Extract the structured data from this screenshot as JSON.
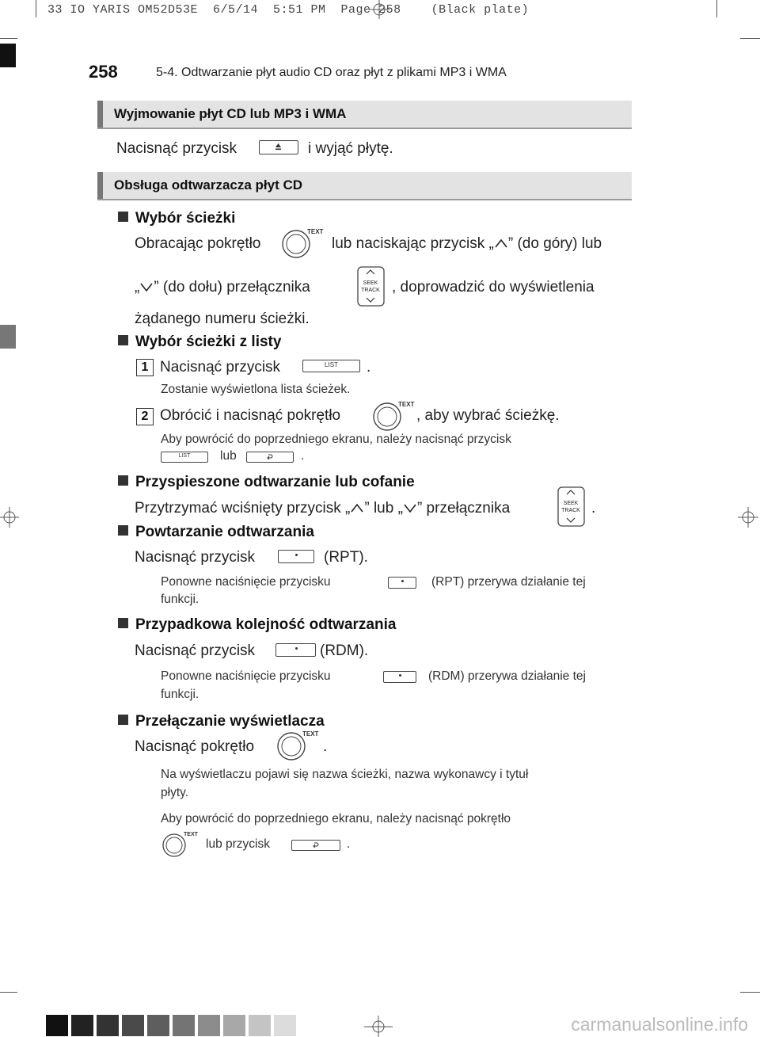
{
  "slug": "33 IO YARIS OM52D53E  6/5/14  5:51 PM  Page 258    (Black plate)",
  "header": {
    "page_number": "258",
    "running_title": "5-4. Odtwarzanie płyt audio CD oraz płyt z plikami MP3 i WMA"
  },
  "section1": {
    "title": "Wyjmowanie płyt CD lub MP3 i WMA",
    "line_a": "Nacisnąć przycisk",
    "line_b": "i wyjąć płytę."
  },
  "section2": {
    "title": "Obsługa odtwarzacza płyt CD",
    "track_select": {
      "heading": "Wybór ścieżki",
      "l1a": "Obracając pokrętło",
      "l1b": "lub naciskając przycisk „",
      "l1c": "” (do góry) lub",
      "l2a": "„",
      "l2b": "” (do dołu) przełącznika",
      "l2c": ", doprowadzić do wyświetlenia",
      "l3": "żądanego numeru ścieżki."
    },
    "track_list": {
      "heading": "Wybór ścieżki z listy",
      "step1_num": "1",
      "step1a": "Nacisnąć przycisk",
      "step1b": ".",
      "step1_note": "Zostanie wyświetlona lista ścieżek.",
      "step2_num": "2",
      "step2a": "Obrócić i nacisnąć pokrętło",
      "step2b": ", aby wybrać ścieżkę.",
      "note2a": "Aby  powrócić  do  poprzedniego  ekranu,  należy  nacisnąć  przycisk",
      "note2b": "lub",
      "note2c": "."
    },
    "ffrew": {
      "heading": "Przyspieszone odtwarzanie lub cofanie",
      "l1a": "Przytrzymać wciśnięty przycisk „",
      "l1b": "” lub „",
      "l1c": "” przełącznika",
      "l1d": "."
    },
    "repeat": {
      "heading": "Powtarzanie odtwarzania",
      "l1a": "Nacisnąć przycisk",
      "l1b": "(RPT).",
      "note_a": "Ponowne  naciśnięcie  przycisku",
      "note_b": "(RPT)  przerywa  działanie  tej",
      "note_c": "funkcji."
    },
    "random": {
      "heading": "Przypadkowa kolejność odtwarzania",
      "l1a": "Nacisnąć przycisk",
      "l1b": "(RDM).",
      "note_a": "Ponowne  naciśnięcie  przycisku",
      "note_b": "(RDM)  przerywa  działanie  tej",
      "note_c": "funkcji."
    },
    "display": {
      "heading": "Przełączanie wyświetlacza",
      "l1a": "Nacisnąć pokrętło",
      "l1b": ".",
      "note1a": "Na  wyświetlaczu  pojawi  się  nazwa  ścieżki,  nazwa  wykonawcy  i  tytuł",
      "note1b": "płyty.",
      "note2a": "Aby  powrócić  do  poprzedniego  ekranu,  należy  nacisnąć  pokrętło",
      "note2b": "lub przycisk",
      "note2c": "."
    }
  },
  "icons": {
    "knob_label": "TEXT",
    "seek_label_1": "SEEK",
    "seek_label_2": "TRACK",
    "list_label": "LIST"
  },
  "watermark": "carmanualsonline.info"
}
